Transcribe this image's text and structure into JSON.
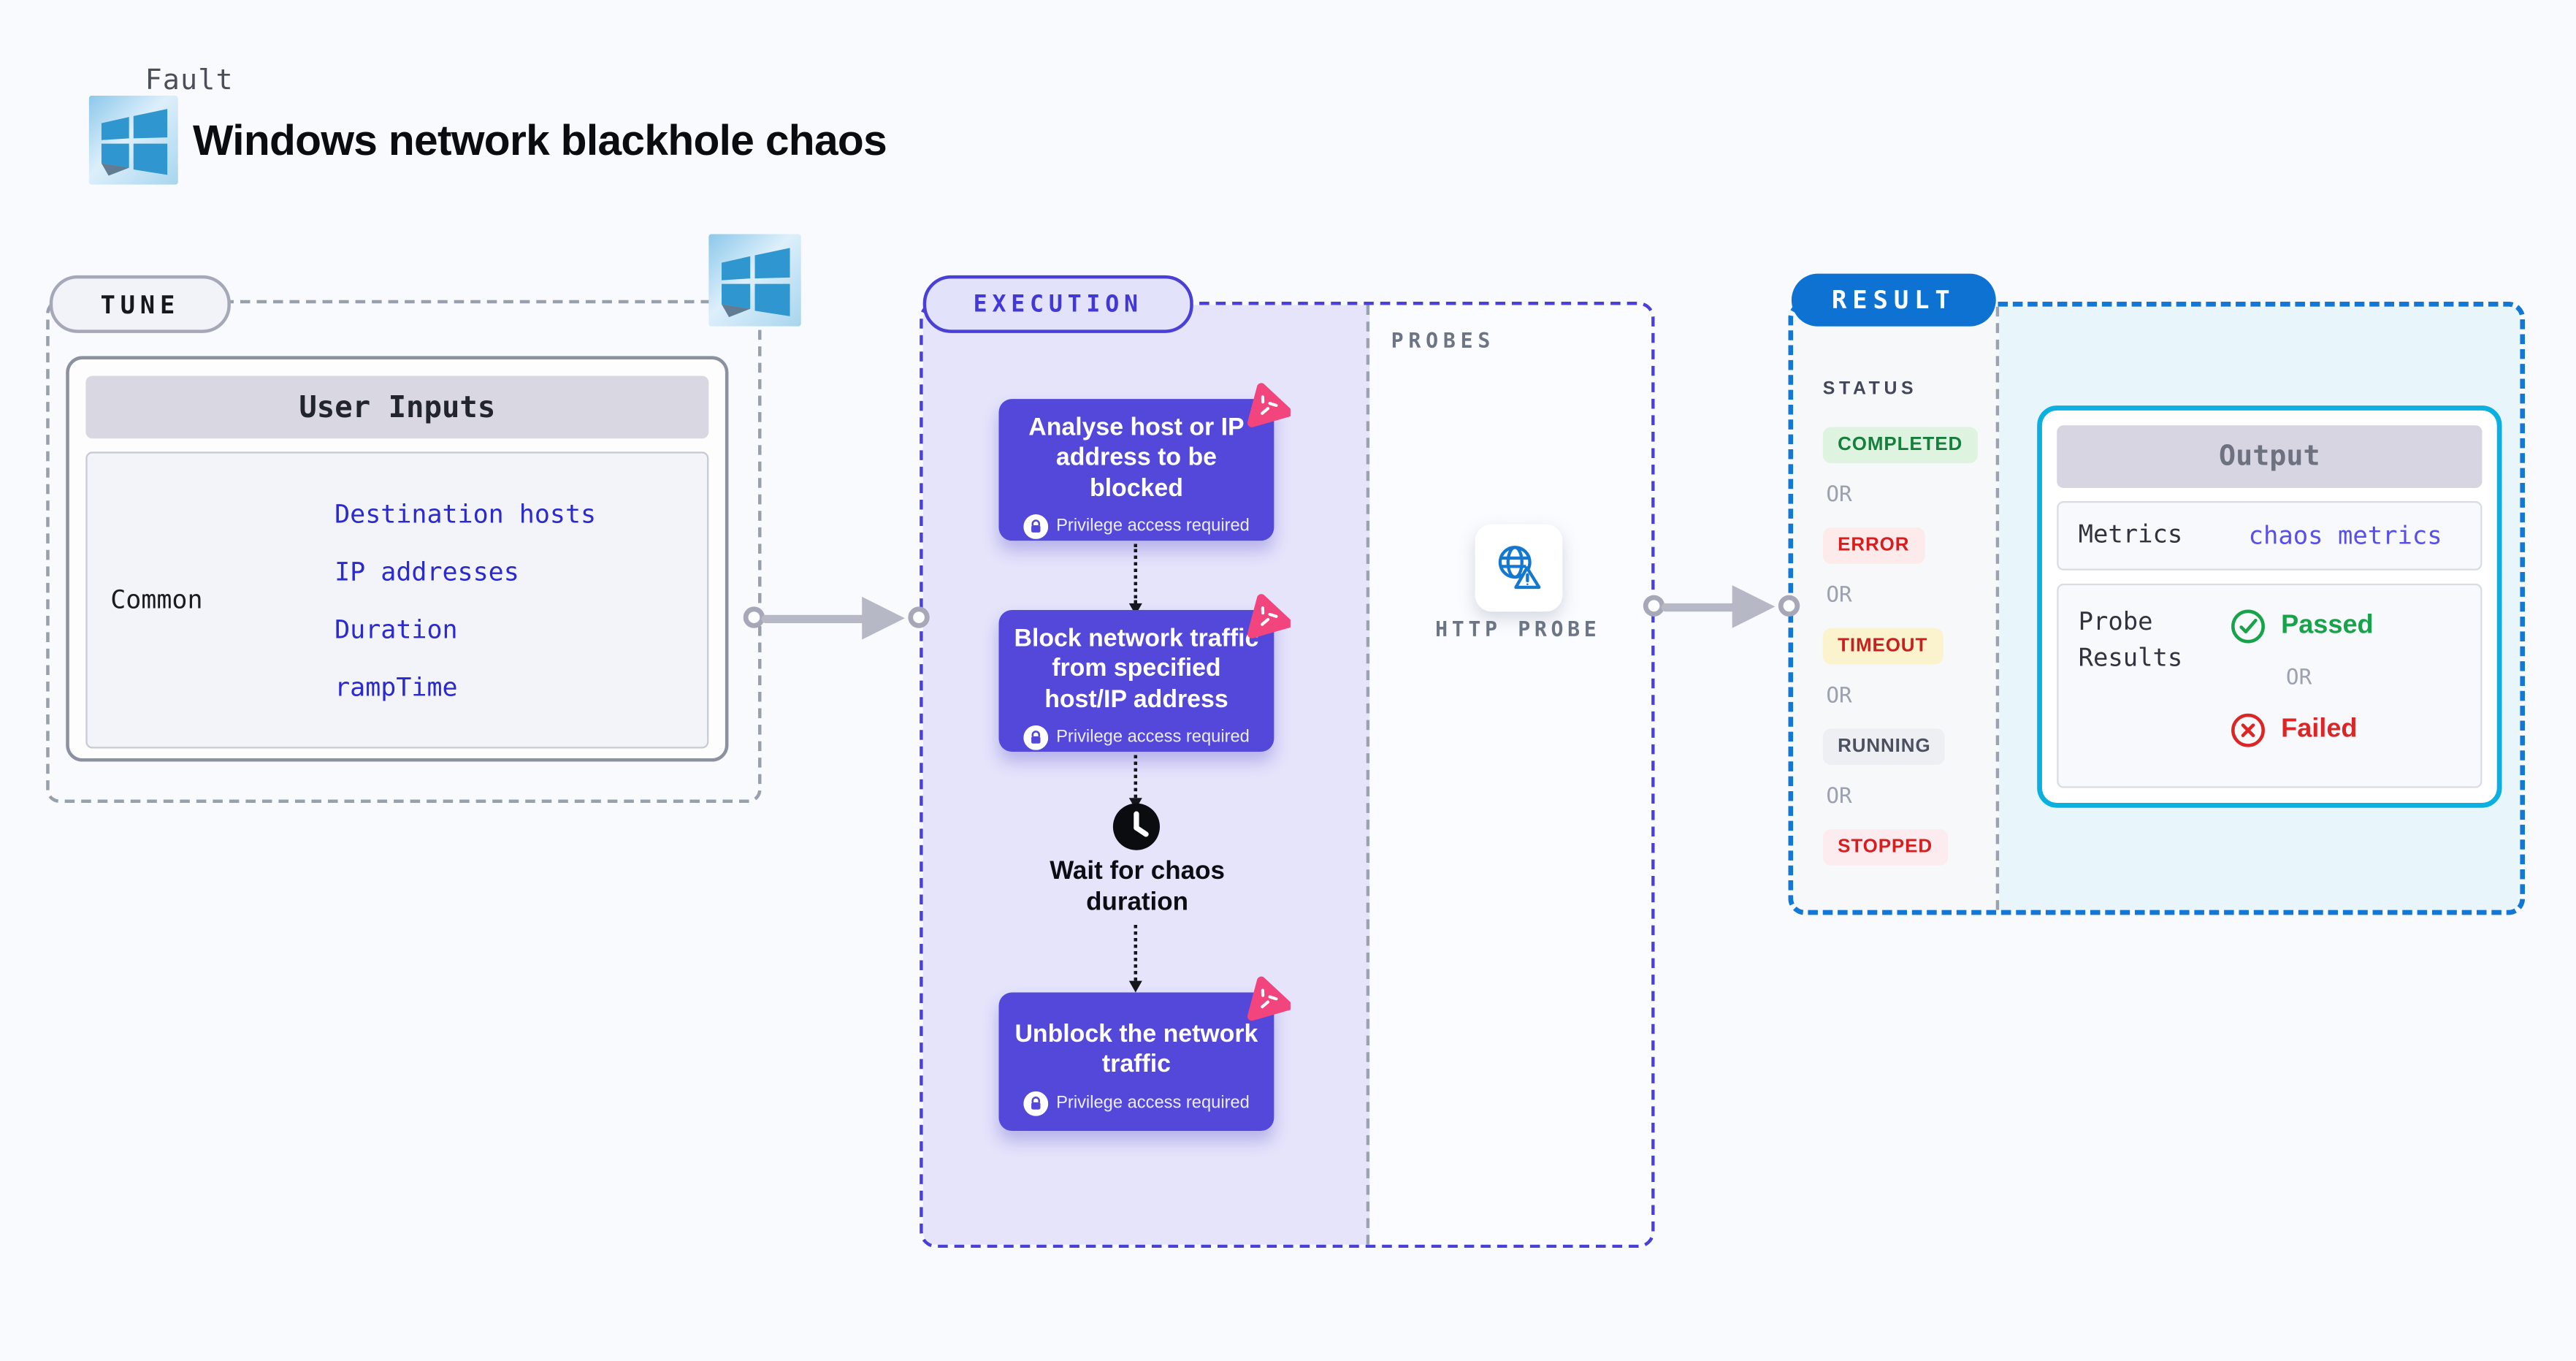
{
  "header": {
    "fault_label": "Fault",
    "title": "Windows network blackhole chaos",
    "platform_icon": "windows-logo"
  },
  "tune": {
    "pill_label": "TUNE",
    "card_title": "User Inputs",
    "row_label": "Common",
    "links": [
      "Destination hosts",
      "IP addresses",
      "Duration",
      "rampTime"
    ]
  },
  "execution": {
    "pill_label": "EXECUTION",
    "nodes": [
      {
        "title": "Analyse host or IP address to be blocked",
        "badge": "Privilege access required"
      },
      {
        "title": "Block network traffic from specified host/IP address",
        "badge": "Privilege access required"
      },
      {
        "title": "Unblock the network traffic",
        "badge": "Privilege access required"
      }
    ],
    "wait_label": "Wait for chaos duration"
  },
  "probes": {
    "section_label": "PROBES",
    "probe_label": "HTTP PROBE",
    "probe_icon": "globe-warning-icon"
  },
  "result": {
    "pill_label": "RESULT",
    "status_title": "STATUS",
    "statuses": [
      {
        "label": "COMPLETED"
      },
      {
        "label": "OR"
      },
      {
        "label": "ERROR"
      },
      {
        "label": "OR"
      },
      {
        "label": "TIMEOUT"
      },
      {
        "label": "OR"
      },
      {
        "label": "RUNNING"
      },
      {
        "label": "OR"
      },
      {
        "label": "STOPPED"
      }
    ],
    "output": {
      "title": "Output",
      "metrics_label": "Metrics",
      "metrics_link": "chaos metrics",
      "probe_results_label": "Probe Results",
      "passed_label": "Passed",
      "or_label": "OR",
      "failed_label": "Failed"
    }
  },
  "colors": {
    "node_purple": "#5348d9",
    "execution_accent": "#4238d6",
    "result_accent": "#0e72d3",
    "output_border": "#0cb0e0",
    "link_blue": "#2a2ad0",
    "metrics_link_blue": "#584eec",
    "passed_green": "#16a34a",
    "failed_red": "#dc2626",
    "badge_pink": "#f2457e",
    "arrow_gray": "#b6b8c6"
  }
}
